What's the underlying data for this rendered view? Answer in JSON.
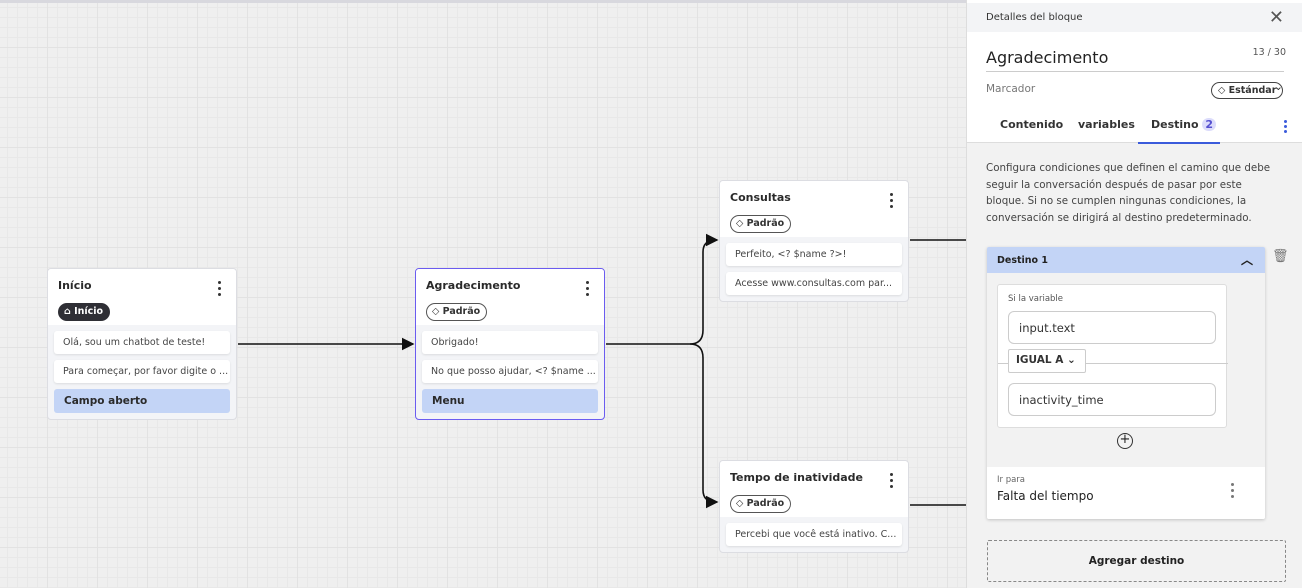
{
  "canvas": {
    "nodes": [
      {
        "title": "Início",
        "tag": "Início",
        "tag_icon": "home-icon",
        "messages": [
          "Olá, sou um chatbot de teste!",
          "Para começar, por favor digite o ..."
        ],
        "button": "Campo aberto"
      },
      {
        "title": "Agradecimento",
        "tag": "Padrão",
        "tag_icon": "tag-icon",
        "messages": [
          "Obrigado!",
          "No que posso ajudar, <? $name ..."
        ],
        "button": "Menu",
        "selected": true
      },
      {
        "title": "Consultas",
        "tag": "Padrão",
        "tag_icon": "tag-icon",
        "messages": [
          "Perfeito, <? $name ?>!",
          "Acesse www.consultas.com par..."
        ]
      },
      {
        "title": "Tempo de inatividade",
        "tag": "Padrão",
        "tag_icon": "tag-icon",
        "messages": [
          "Percebi que você está inativo. C..."
        ]
      }
    ]
  },
  "panel": {
    "header": "Detalles del bloque",
    "name": "Agradecimento",
    "char_count": "13 / 30",
    "marker_label": "Marcador",
    "marker_value": "Estándar",
    "tabs": [
      {
        "label": "Contenido"
      },
      {
        "label": "variables"
      },
      {
        "label": "Destino",
        "badge": "2",
        "active": true
      }
    ],
    "description": "Configura condiciones que definen el camino que debe seguir la conversación después de pasar por este bloque. Si no se cumplen ningunas condiciones, la conversación se dirigirá al destino predeterminado.",
    "destino": {
      "title": "Destino 1",
      "if_label": "Si la variable",
      "variable": "input.text",
      "operator": "IGUAL A",
      "value": "inactivity_time",
      "goto_label": "Ir para",
      "goto_value": "Falta del tiempo"
    },
    "add_label": "Agregar destino"
  },
  "colors": {
    "accent": "#3b5bdb",
    "selected_border": "#6b5cf0",
    "button_bg": "#c3d4f6"
  }
}
